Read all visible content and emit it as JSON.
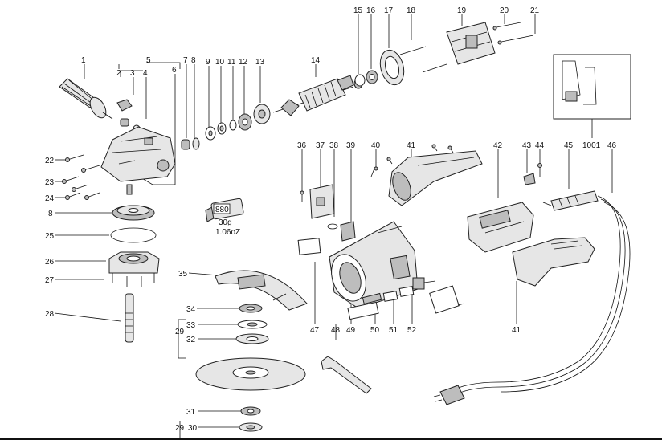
{
  "callouts": [
    {
      "id": "c1",
      "text": "1"
    },
    {
      "id": "c2",
      "text": "2"
    },
    {
      "id": "c3",
      "text": "3"
    },
    {
      "id": "c4",
      "text": "4"
    },
    {
      "id": "c5",
      "text": "5"
    },
    {
      "id": "c6",
      "text": "6"
    },
    {
      "id": "c7",
      "text": "7"
    },
    {
      "id": "c8a",
      "text": "8"
    },
    {
      "id": "c9",
      "text": "9"
    },
    {
      "id": "c10",
      "text": "10"
    },
    {
      "id": "c11",
      "text": "11"
    },
    {
      "id": "c12",
      "text": "12"
    },
    {
      "id": "c13",
      "text": "13"
    },
    {
      "id": "c14",
      "text": "14"
    },
    {
      "id": "c15",
      "text": "15"
    },
    {
      "id": "c16",
      "text": "16"
    },
    {
      "id": "c17",
      "text": "17"
    },
    {
      "id": "c18",
      "text": "18"
    },
    {
      "id": "c19",
      "text": "19"
    },
    {
      "id": "c20",
      "text": "20"
    },
    {
      "id": "c21",
      "text": "21"
    },
    {
      "id": "c22",
      "text": "22"
    },
    {
      "id": "c23",
      "text": "23"
    },
    {
      "id": "c24",
      "text": "24"
    },
    {
      "id": "c8b",
      "text": "8"
    },
    {
      "id": "c25",
      "text": "25"
    },
    {
      "id": "c26",
      "text": "26"
    },
    {
      "id": "c27",
      "text": "27"
    },
    {
      "id": "c28",
      "text": "28"
    },
    {
      "id": "c35",
      "text": "35"
    },
    {
      "id": "c34",
      "text": "34"
    },
    {
      "id": "c33",
      "text": "33"
    },
    {
      "id": "c29a",
      "text": "29"
    },
    {
      "id": "c32",
      "text": "32"
    },
    {
      "id": "c31",
      "text": "31"
    },
    {
      "id": "c29b",
      "text": "29"
    },
    {
      "id": "c30",
      "text": "30"
    },
    {
      "id": "c36",
      "text": "36"
    },
    {
      "id": "c37",
      "text": "37"
    },
    {
      "id": "c38",
      "text": "38"
    },
    {
      "id": "c39",
      "text": "39"
    },
    {
      "id": "c40",
      "text": "40"
    },
    {
      "id": "c41a",
      "text": "41"
    },
    {
      "id": "c42",
      "text": "42"
    },
    {
      "id": "c43",
      "text": "43"
    },
    {
      "id": "c44",
      "text": "44"
    },
    {
      "id": "c45",
      "text": "45"
    },
    {
      "id": "c1001",
      "text": "1001"
    },
    {
      "id": "c46",
      "text": "46"
    },
    {
      "id": "c47",
      "text": "47"
    },
    {
      "id": "c48",
      "text": "48"
    },
    {
      "id": "c49",
      "text": "49"
    },
    {
      "id": "c50",
      "text": "50"
    },
    {
      "id": "c51",
      "text": "51"
    },
    {
      "id": "c52",
      "text": "52"
    },
    {
      "id": "c41b",
      "text": "41"
    }
  ],
  "grease": {
    "label": "880",
    "weight_g": "30g",
    "weight_oz": "1.06oZ"
  },
  "colors": {
    "ink": "#111111",
    "part_fill": "#e6e6e6",
    "part_dark": "#bdbdbd"
  }
}
